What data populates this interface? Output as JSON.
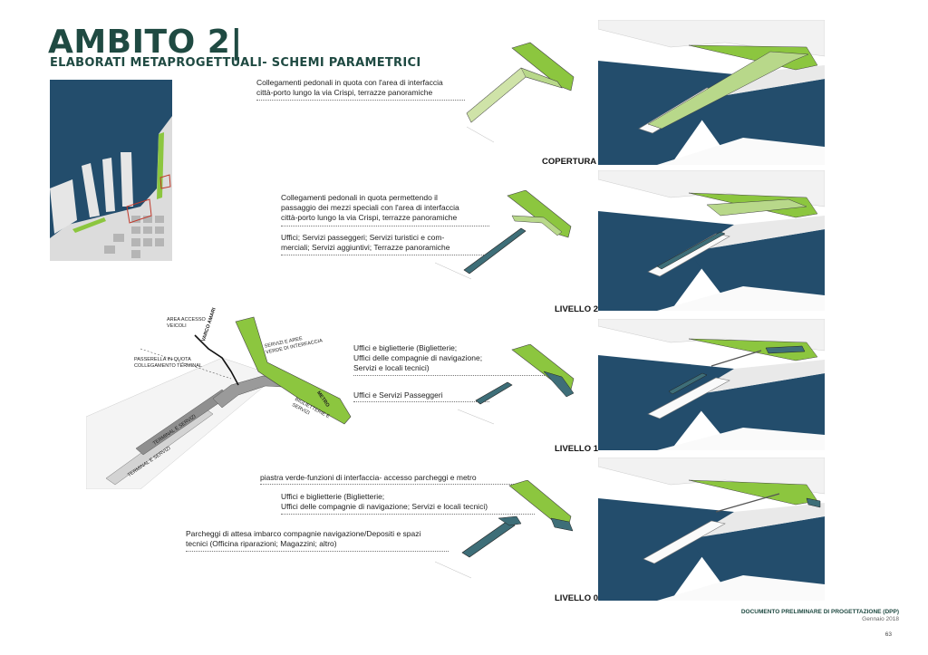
{
  "header": {
    "title": "AMBITO 2|",
    "subtitle": "ELABORATI METAPROGETTUALI- SCHEMI PARAMETRICI"
  },
  "levels": [
    {
      "label": "COPERTURA",
      "notes": [
        "Collegamenti pedonali in quota con l'area di interfaccia",
        "città-porto lungo la via Crispi, terrazze panoramiche"
      ]
    },
    {
      "label": "LIVELLO 2",
      "notes": [
        "Collegamenti pedonali in quota permettendo il",
        "passaggio dei mezzi speciali con l'area di interfaccia",
        "città-porto lungo la via Crispi, terrazze panoramiche"
      ],
      "notes2": [
        "Uffici; Servizi passeggeri; Servizi turistici e com-",
        "merciali; Servizi aggiuntivi; Terrazze panoramiche"
      ]
    },
    {
      "label": "LIVELLO 1",
      "notes": [
        "Uffici e biglietterie (Biglietterie;",
        "Uffici delle compagnie di navigazione;",
        "Servizi e locali tecnici)"
      ],
      "notes2": [
        "Uffici e Servizi Passeggeri"
      ]
    },
    {
      "label": "LIVELLO 0",
      "notes": [
        "piastra verde-funzioni di interfaccia- accesso parcheggi e metro"
      ],
      "notes2": [
        "Uffici e biglietterie (Biglietterie;",
        "Uffici delle compagnie di navigazione; Servizi e locali tecnici)"
      ],
      "notes3": [
        "Parcheggi di attesa imbarco compagnie navigazione/Depositi e spazi",
        "tecnici (Officina riparazioni; Magazzini; altro)"
      ]
    }
  ],
  "plan_labels": {
    "area_accesso": [
      "AREA ACCESSO",
      "VEICOLI"
    ],
    "varco": "VARCO AMARI",
    "servizi_verde": [
      "SERVIZI E AREE",
      "VERDE DI INTERFACCIA"
    ],
    "passerella": [
      "PASSERELLA IN QUOTA",
      "COLLEGAMENTO TERMINAL"
    ],
    "metro": "METRO",
    "biglietterie": [
      "BIGLIETTERIE E",
      "SERVIZI"
    ],
    "terminal1": "TERMINAL E SERVIZI",
    "terminal2": "TERMINAL E SERVIZI"
  },
  "footer": {
    "doc": "DOCUMENTO PRELIMINARE DI PROGETTAZIONE (DPP)",
    "date": "Gennaio 2018",
    "page": "63"
  },
  "colors": {
    "accent": "#1f4a42",
    "green": "#8cc63f",
    "sea": "#234d6c",
    "gray": "#9a9a9a"
  }
}
